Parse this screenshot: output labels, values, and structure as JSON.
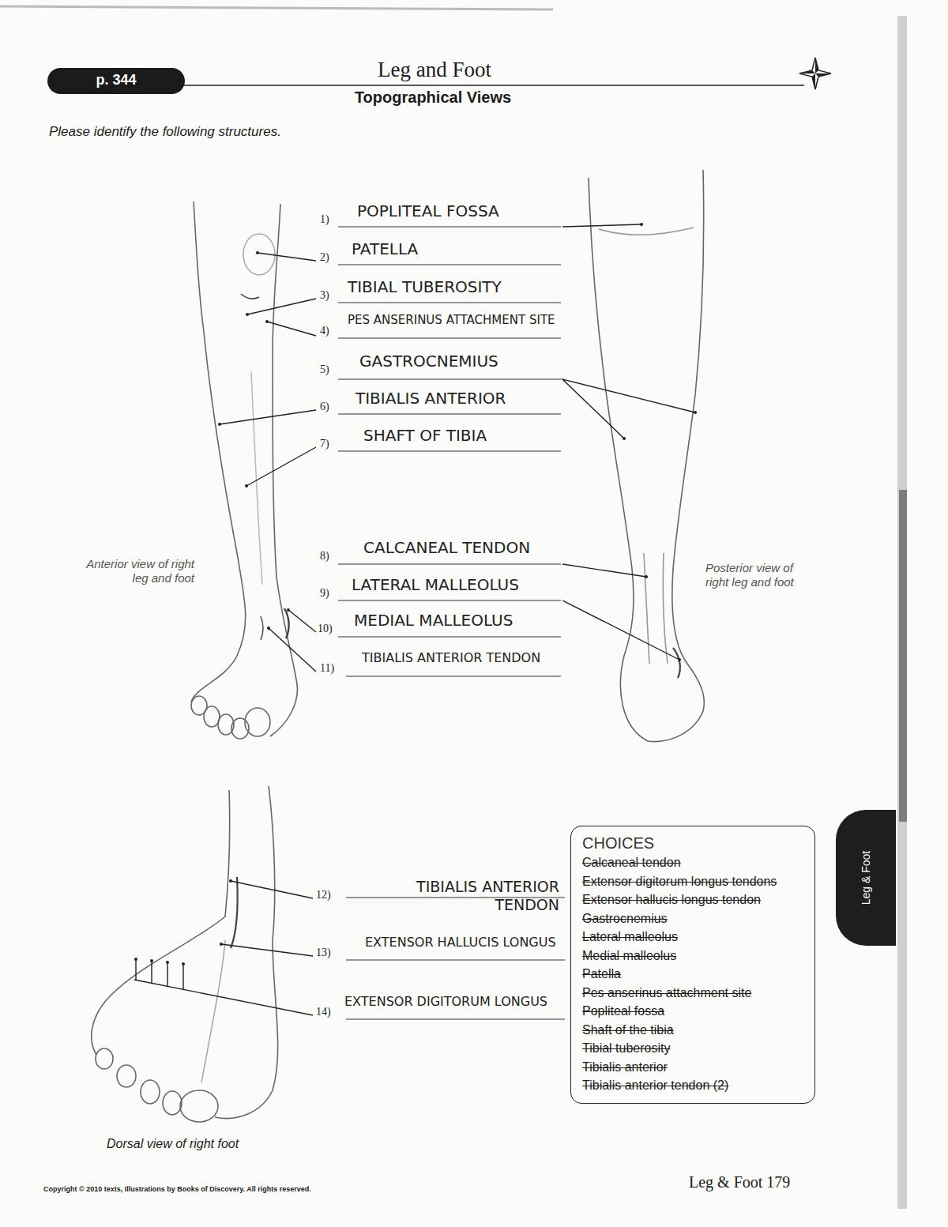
{
  "diagram": {
    "title": "Leg and Foot",
    "nodes": [
      {
        "text": [
          "p. 344"
        ]
      },
      {
        "text": [
          "CHOICES",
          "Calcaneal tendon",
          "Extensor digitorum longus tendons",
          "Extensor hallucis longus tendon",
          "Gastrocnemius",
          "Lateral malleolus",
          "Medial malleolus",
          "Patella",
          "Pes anserinus attachment site",
          "Popliteal fossa",
          "Shaft of the tibia",
          "Tibial tuberosity",
          "Tibialis anterior",
          "Tibialis anterior tendon (2)"
        ]
      },
      {
        "text": [
          "Leg & Foot"
        ]
      }
    ],
    "labels": [
      "Topographical Views",
      "Please identify the following structures.",
      "1)",
      "POPLITEAL FOSSA",
      "2)",
      "PATELLA",
      "3)",
      "TIBIAL TUBEROSITY",
      "4)",
      "PES ANSERINUS ATTACHMENT SITE",
      "5)",
      "GASTROCNEMIUS",
      "6)",
      "TIBIALIS ANTERIOR",
      "7)",
      "SHAFT OF TIBIA",
      "8)",
      "CALCANEAL TENDON",
      "9)",
      "LATERAL MALLEOLUS",
      "10)",
      "MEDIAL MALLEOLUS",
      "11)",
      "TIBIALIS ANTERIOR TENDON",
      "12)",
      "TIBIALIS ANTERIOR TENDON",
      "13)",
      "EXTENSOR HALLUCIS LONGUS",
      "14)",
      "EXTENSOR DIGITORUM LONGUS",
      "Anterior view of right leg and foot",
      "Posterior view of right leg and foot",
      "Dorsal view of right foot",
      "Copyright © 2010 texts, Illustrations by Books of Discovery.  All rights reserved.",
      "Leg & Foot 179"
    ]
  }
}
